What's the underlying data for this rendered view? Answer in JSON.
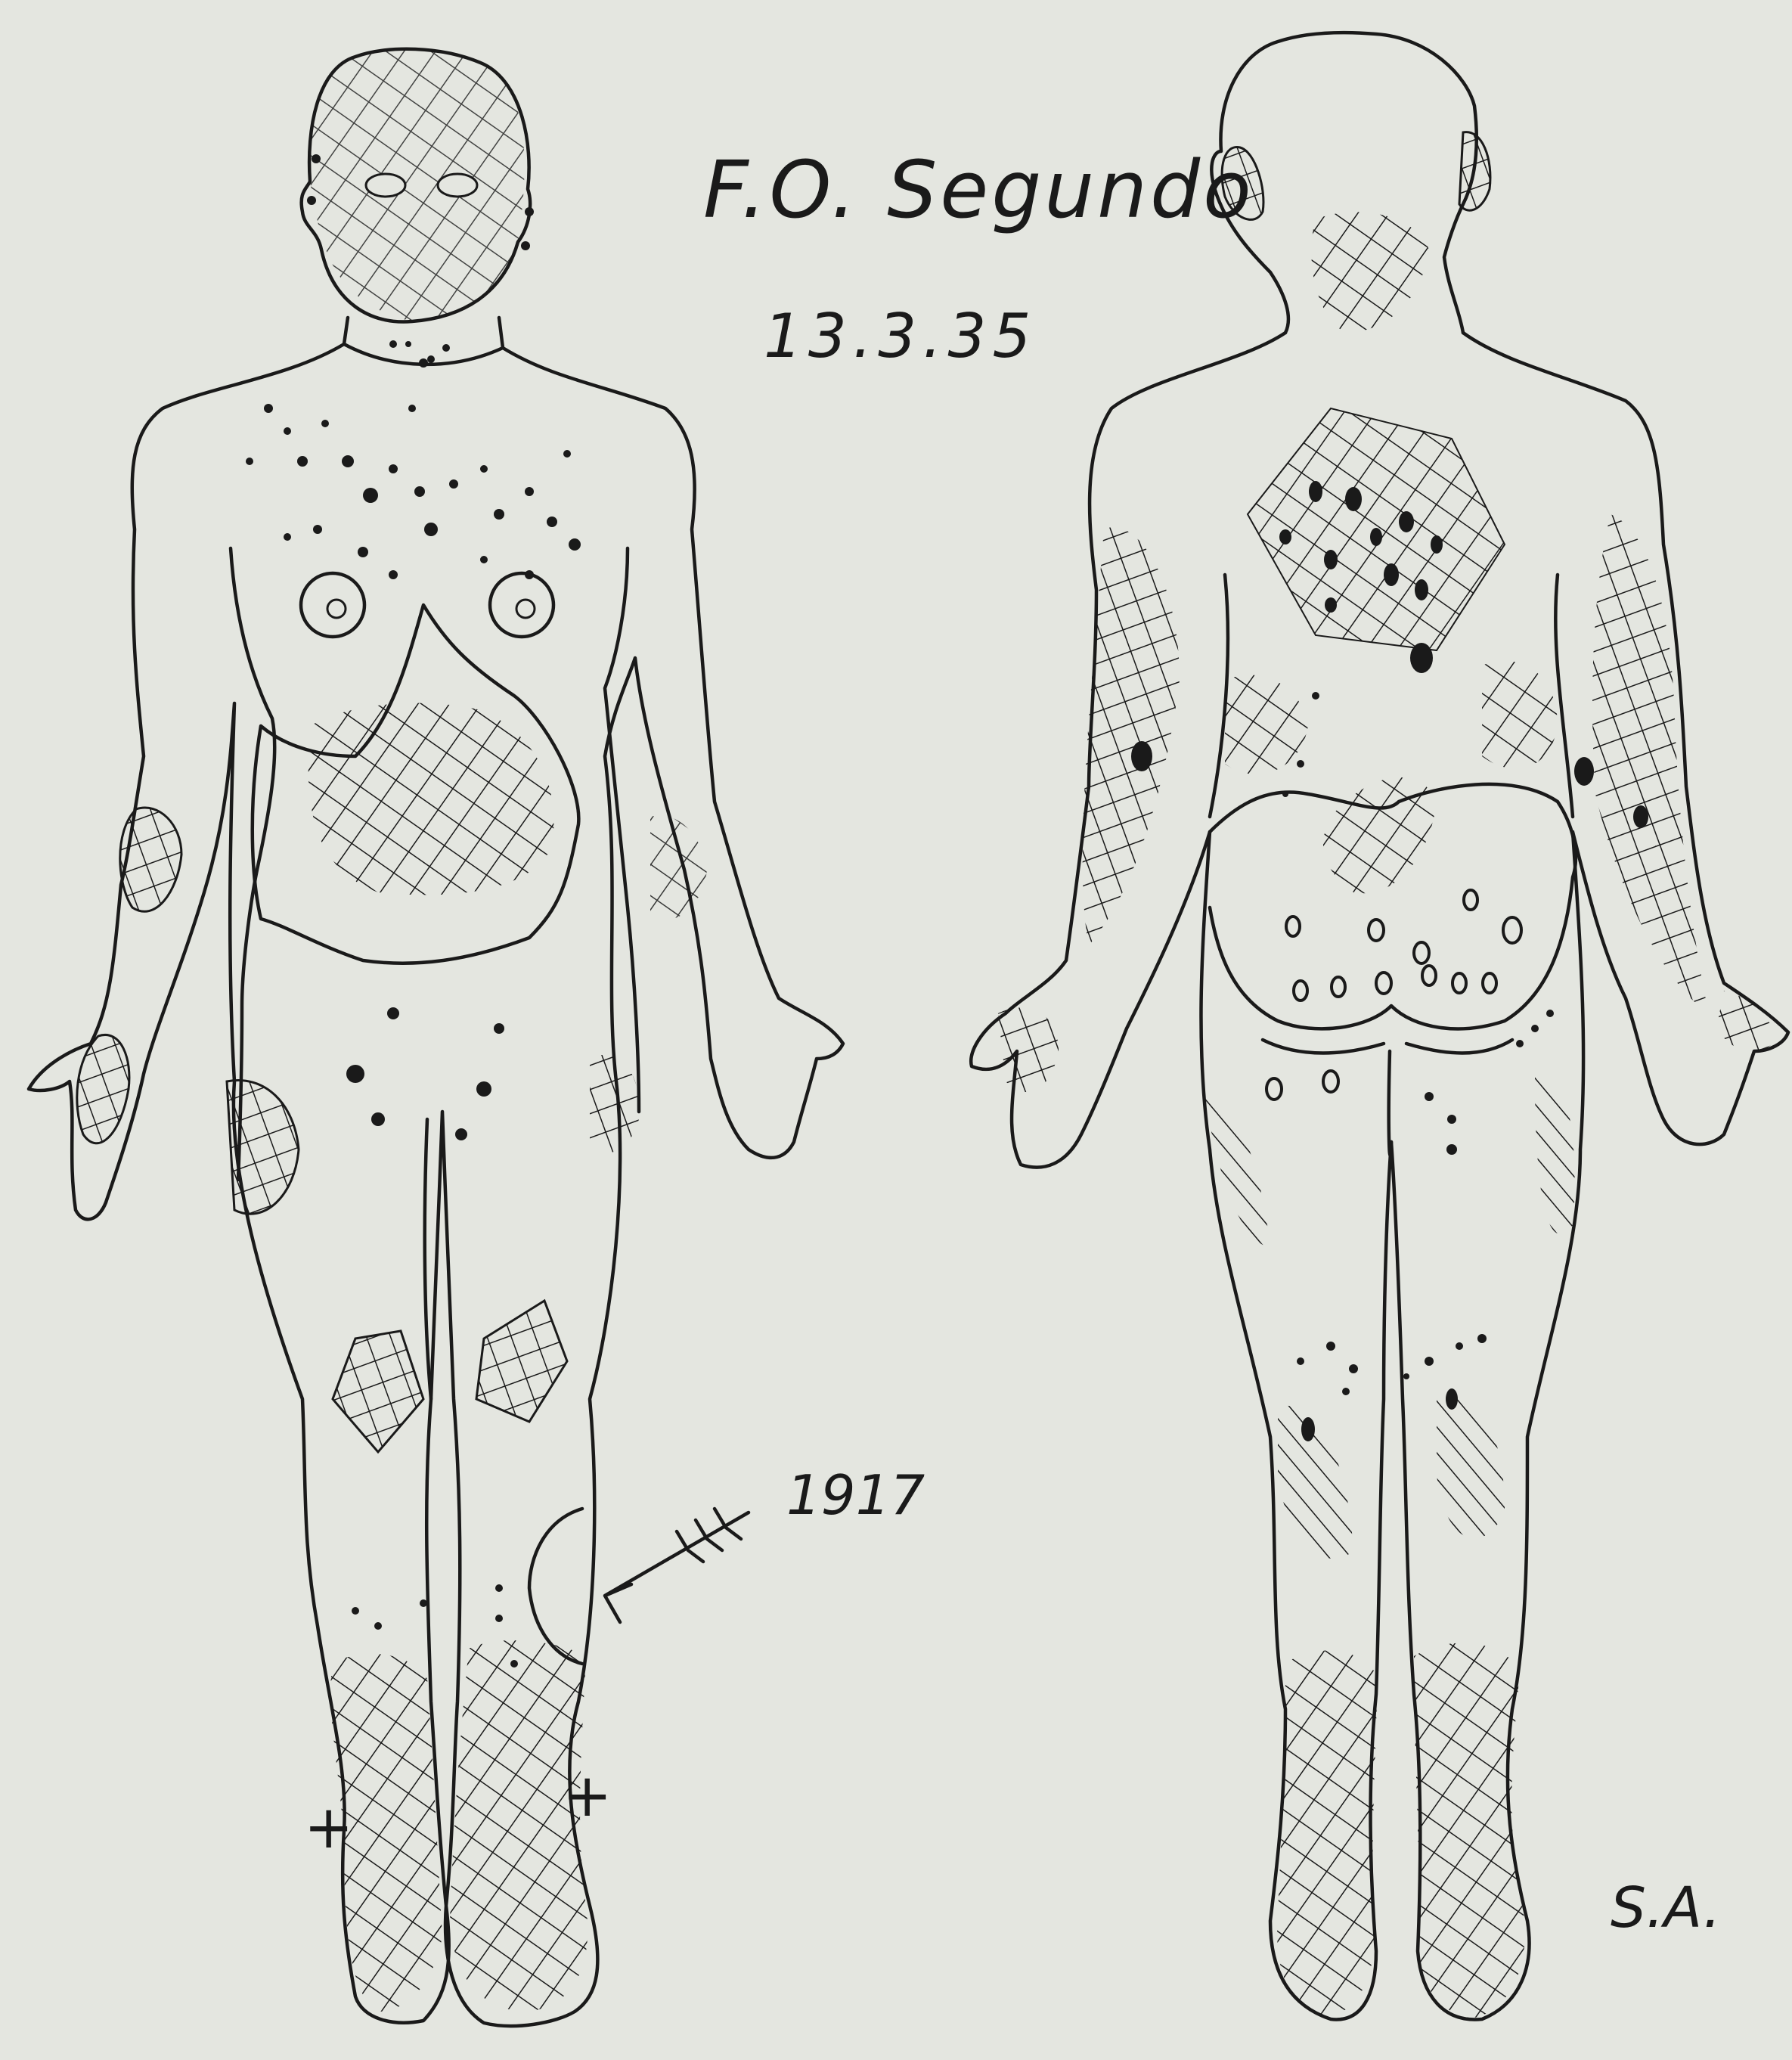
{
  "annotations": {
    "patient": "F.O. Segundo",
    "date": "13.3.35",
    "year_marker": "1917",
    "signature": "S.A.",
    "plus_left": "+",
    "plus_right": "+"
  },
  "colors": {
    "ink": "#1a1a1a",
    "paper": "#e4e6e0"
  }
}
